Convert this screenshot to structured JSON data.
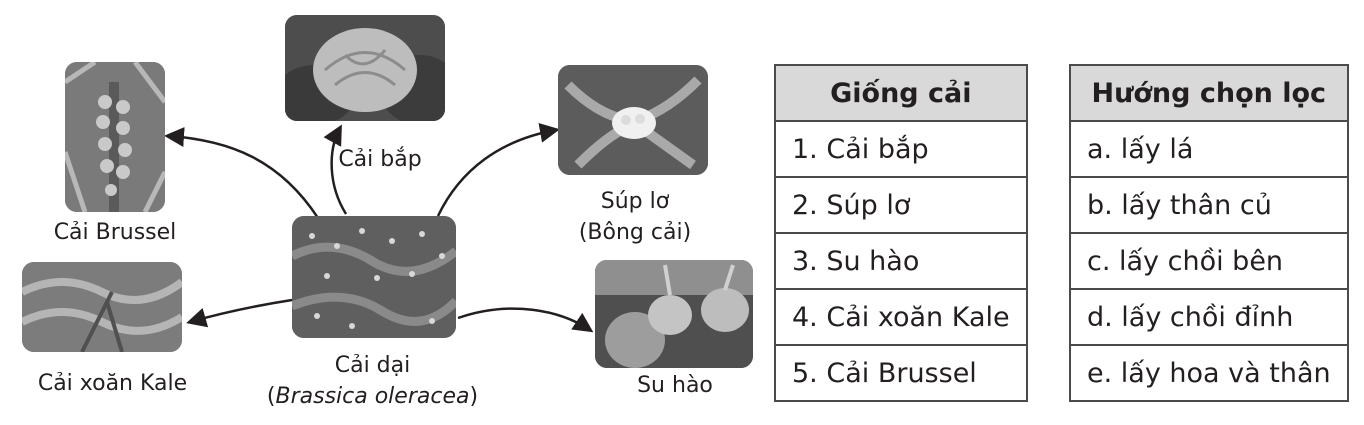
{
  "diagram": {
    "center": {
      "name": "Cải dại",
      "scientific": "Brassica oleracea"
    },
    "varieties": {
      "cabbage": "Cải bắp",
      "brussels": "Cải Brussel",
      "cauliflower_line1": "Súp lơ",
      "cauliflower_line2": "(Bông cải)",
      "kale": "Cải xoăn Kale",
      "kohlrabi": "Su hào"
    }
  },
  "table_varieties": {
    "header": "Giống cải",
    "rows": [
      "1. Cải bắp",
      "2. Súp lơ",
      "3. Su hào",
      "4. Cải xoăn Kale",
      "5. Cải Brussel"
    ]
  },
  "table_selection": {
    "header": "Hướng chọn lọc",
    "rows": [
      "a. lấy lá",
      "b. lấy thân củ",
      "c. lấy chồi bên",
      "d. lấy chồi đỉnh",
      "e. lấy hoa và thân"
    ]
  },
  "colors": {
    "border": "#4b4b4b",
    "header_bg": "#d9d9d9",
    "arrow": "#231f20",
    "text": "#231f20"
  }
}
